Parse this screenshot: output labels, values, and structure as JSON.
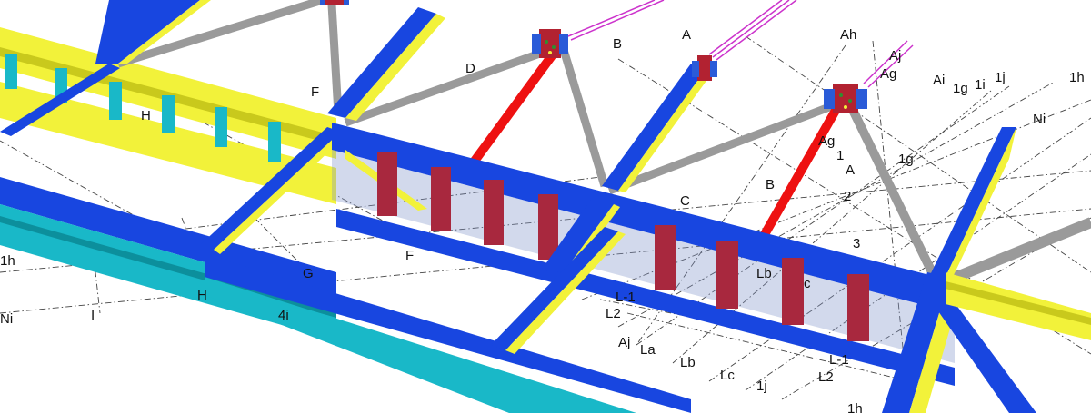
{
  "colors": {
    "blue_top": "#1846e0",
    "blue_face": "#0f2fc8",
    "blue_dark": "#0b1f8a",
    "cyan_face": "#19b8c8",
    "cyan_dark": "#0c8f9c",
    "yellow_edge": "#f2f23a",
    "yellow_dark": "#c9c91c",
    "gray_brace": "#9a9a9a",
    "red_brace": "#ee1111",
    "maroon_stiffener": "#a8283e",
    "magenta_line": "#cc33cc",
    "grid_line": "#444444",
    "background": "#ffffff"
  },
  "labels": [
    {
      "id": "D",
      "text": "D"
    },
    {
      "id": "B-top",
      "text": "B"
    },
    {
      "id": "A-top",
      "text": "A"
    },
    {
      "id": "Ah",
      "text": "Ah"
    },
    {
      "id": "Aj-top",
      "text": "Aj"
    },
    {
      "id": "Ag-top",
      "text": "Ag"
    },
    {
      "id": "Ai",
      "text": "Ai"
    },
    {
      "id": "1g-top",
      "text": "1g"
    },
    {
      "id": "1i-top",
      "text": "1i"
    },
    {
      "id": "1j-top",
      "text": "1j"
    },
    {
      "id": "1h-right",
      "text": "1h"
    },
    {
      "id": "Ni-right",
      "text": "Ni"
    },
    {
      "id": "F-top",
      "text": "F"
    },
    {
      "id": "H-top",
      "text": "H"
    },
    {
      "id": "Ag-mid",
      "text": "Ag"
    },
    {
      "id": "1-mid",
      "text": "1"
    },
    {
      "id": "A-mid",
      "text": "A"
    },
    {
      "id": "1g-mid",
      "text": "1g"
    },
    {
      "id": "2",
      "text": "2"
    },
    {
      "id": "B-mid",
      "text": "B"
    },
    {
      "id": "C",
      "text": "C"
    },
    {
      "id": "3",
      "text": "3"
    },
    {
      "id": "F-low",
      "text": "F"
    },
    {
      "id": "G",
      "text": "G"
    },
    {
      "id": "1h-left",
      "text": "1h"
    },
    {
      "id": "H-low",
      "text": "H"
    },
    {
      "id": "Ni-left",
      "text": "Ni"
    },
    {
      "id": "I",
      "text": "I"
    },
    {
      "id": "4i",
      "text": "4i"
    },
    {
      "id": "Lb-mid",
      "text": "Lb"
    },
    {
      "id": "c",
      "text": "c"
    },
    {
      "id": "L-1-left",
      "text": "L-1"
    },
    {
      "id": "L2-left",
      "text": "L2"
    },
    {
      "id": "Aj-low",
      "text": "Aj"
    },
    {
      "id": "La",
      "text": "La"
    },
    {
      "id": "Lb-low",
      "text": "Lb"
    },
    {
      "id": "Lc",
      "text": "Lc"
    },
    {
      "id": "1j-low",
      "text": "1j"
    },
    {
      "id": "L-1-right",
      "text": "L-1"
    },
    {
      "id": "L2-right",
      "text": "L2"
    },
    {
      "id": "1h-bottom",
      "text": "1h"
    }
  ]
}
